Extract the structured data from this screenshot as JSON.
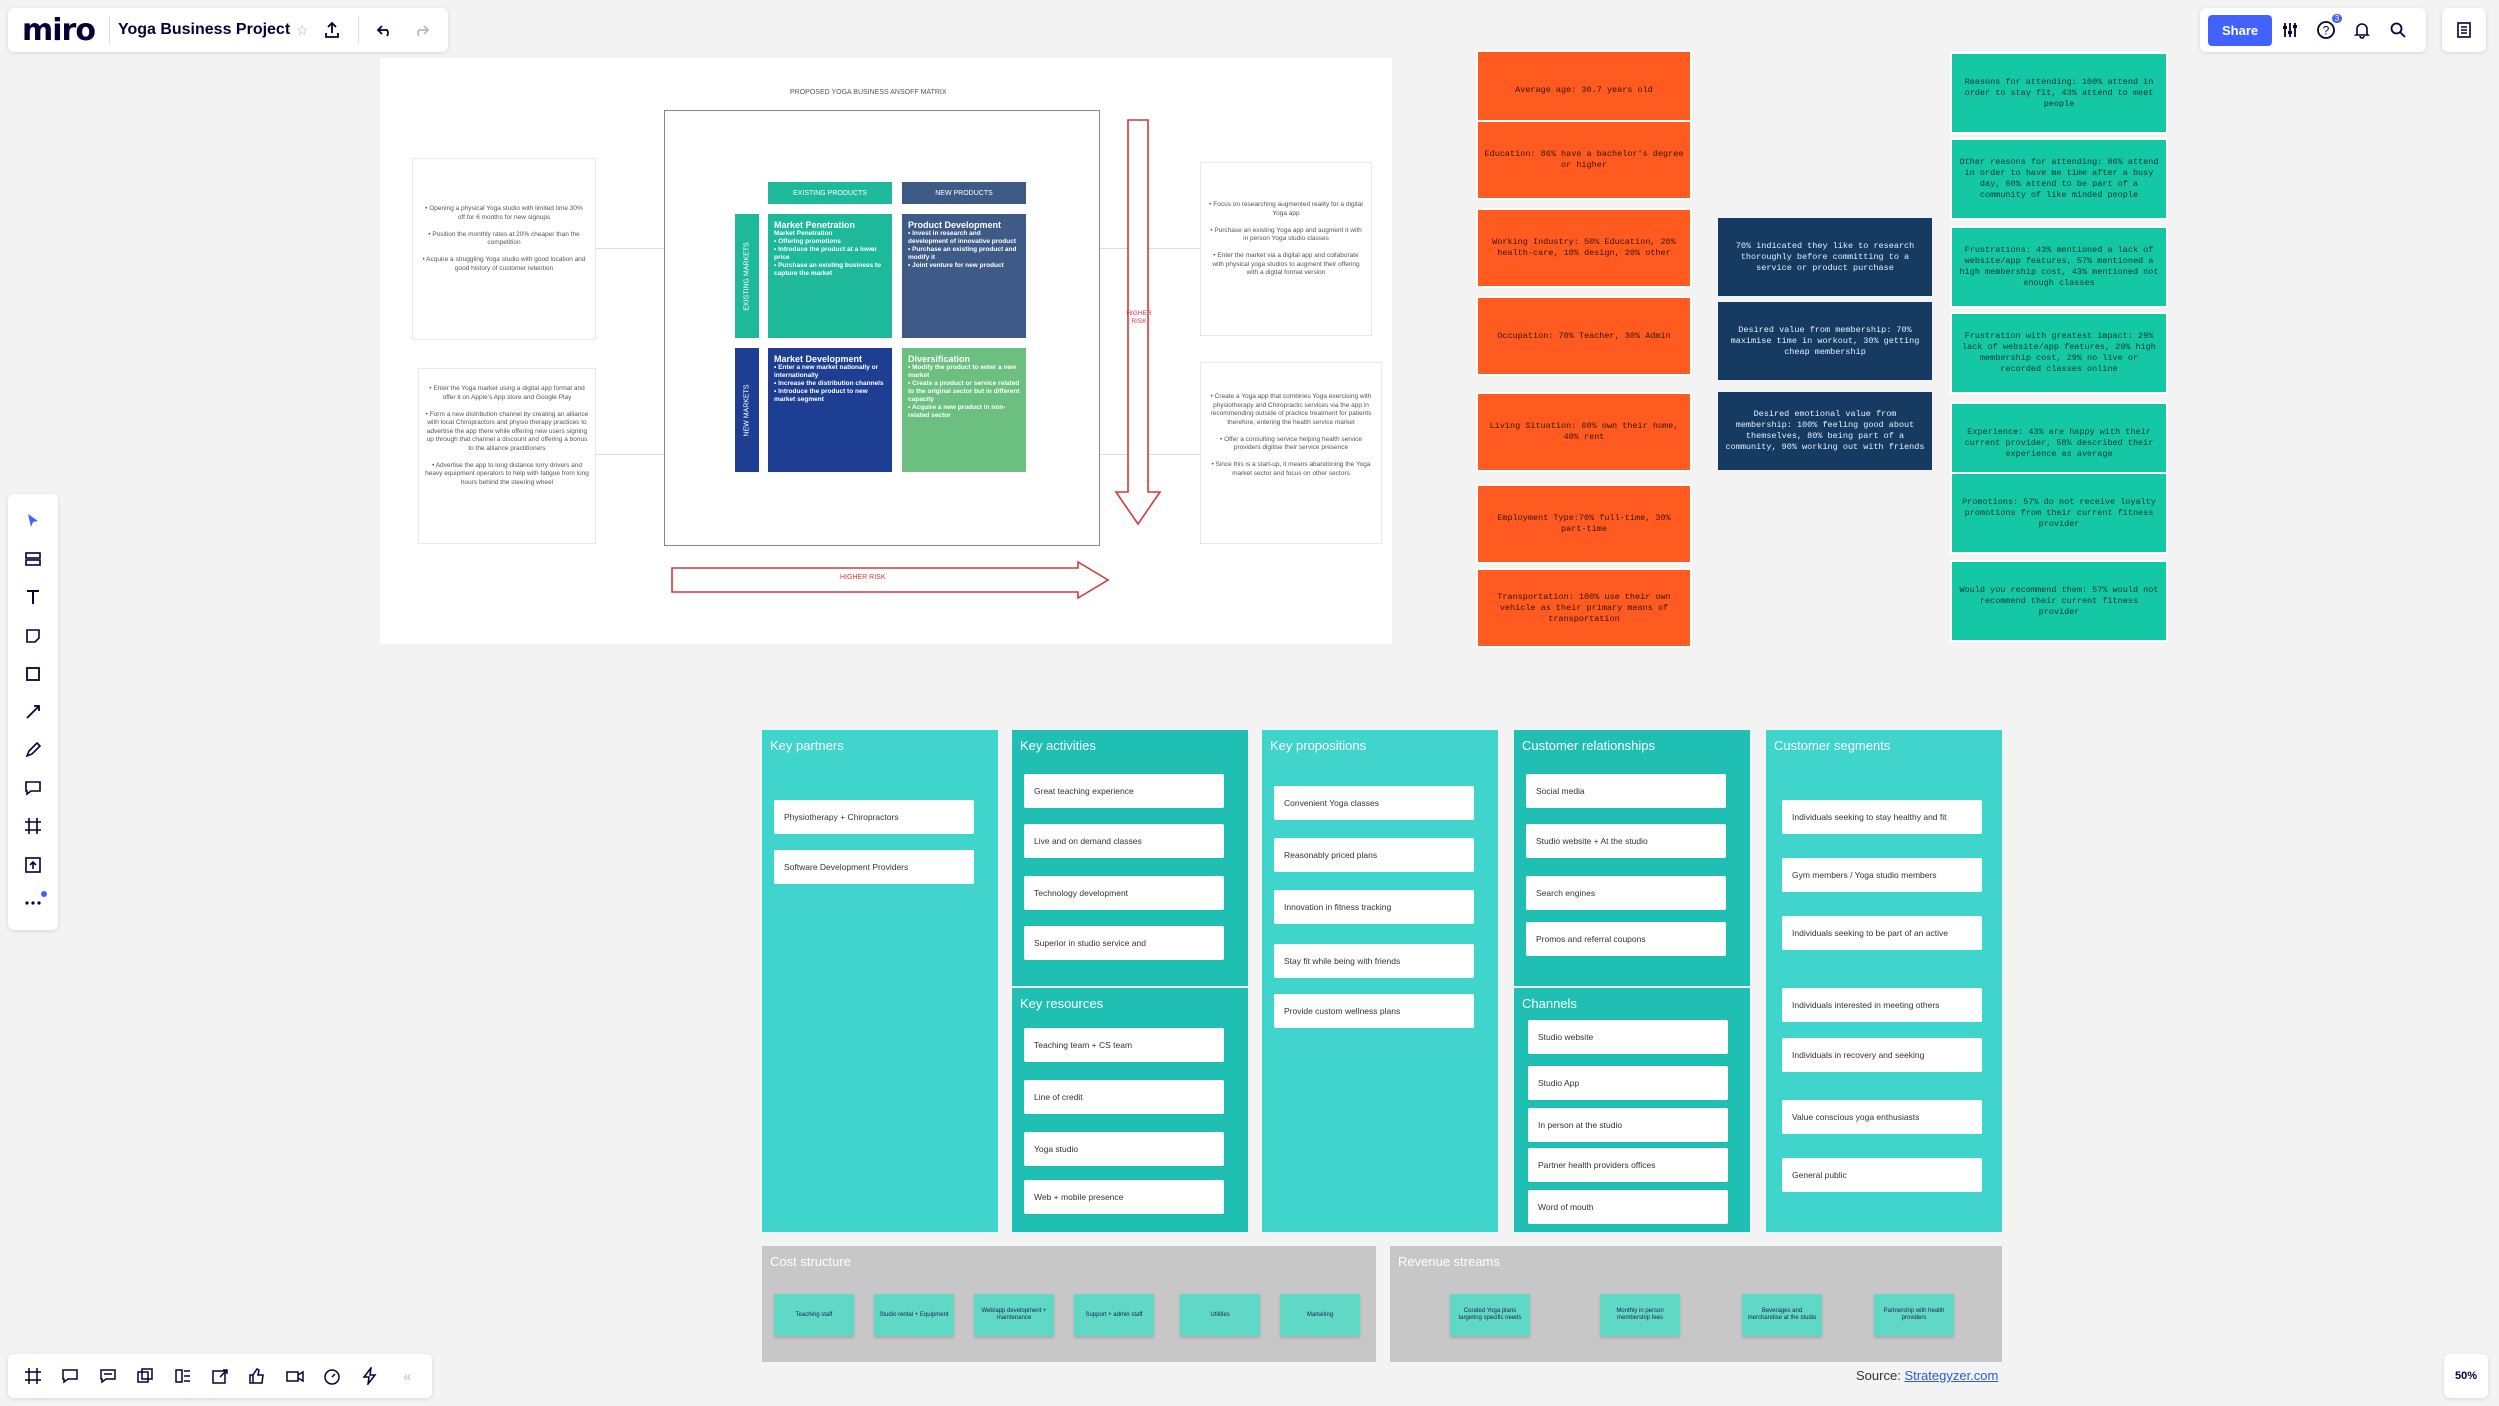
{
  "app": {
    "logo": "miro",
    "board_title": "Yoga Business Project",
    "share_label": "Share",
    "zoom": "50%",
    "notif_badge": "3"
  },
  "ansoff": {
    "title": "PROPOSED YOGA BUSINESS ANSOFF MATRIX",
    "existing_products": "EXISTING PRODUCTS",
    "new_products": "NEW PRODUCTS",
    "existing_markets": "EXISTING MARKETS",
    "new_markets": "NEW MARKETS",
    "higher_risk_v": "HIGHER RISK",
    "higher_risk_h": "HIGHER RISK",
    "q1_title": "Market Penetration",
    "q1_body": "Market Penetration\n• Offering promotions\n• Introduce the product at a lower price\n• Purchase an existing business to capture the market",
    "q2_title": "Product Development",
    "q2_body": "• Invest in research and development of innovative product\n• Purchase an existing product and modify it\n• Joint venture for new product",
    "q3_title": "Market Development",
    "q3_body": "• Enter a new market nationally or internationally\n• Increase the distribution channels\n• Introduce the product to new market segment",
    "q4_title": "Diversification",
    "q4_body": "• Modify the product to enter a new market\n• Create a product or service related to the original sector but in different capacity\n• Acquire a new product in non-related sector",
    "left_top": "• Opening a physical Yoga studio with limited time 30% off for 6 months for new signups\n\n• Position the monthly rates at 20% cheaper than the competition\n\n• Acquire a struggling Yoga studio with good location and good history of customer retention",
    "left_bottom": "• Enter the Yoga market using a digital app format and offer it on Apple's App store and Google Play\n\n• Form a new distribution channel by creating an alliance with local Chiropractors and physio therapy practices to advertise the app there while offering new users signing up through that channel a discount and offering a bonus to the alliance practitioners\n\n• Advertise the app to long distance lorry drivers and heavy equipment operators to help with fatigue from long hours behind the steering wheel",
    "right_top": "• Focus on researching augmented reality for a digital Yoga app\n\n• Purchase an existing Yoga app and augment it with in person Yoga studio classes\n\n• Enter the market via a digital app and collaborate with physical yoga studios to augment their offering with a digital format version",
    "right_bottom": "• Create a Yoga app that combines Yoga exercising with physiotherapy and Chiropractic services via the app in recommending outside of practice treatment for patients therefore, entering the health service market\n\n• Offer a consulting service helping health service providers digitise their service presence\n\n• Since this is a start-up, it means abandoning the Yoga market sector and focus on other sectors"
  },
  "notes": {
    "orange": [
      "Average age: 30.7 years old",
      "Education: 86% have a bachelor's degree or higher",
      "Working Industry: 50% Education, 20% health-care, 10% design, 20% other",
      "Occupation: 70% Teacher, 30% Admin",
      "Living Situation: 60% own their home, 40% rent",
      "Employment Type:70% full-time, 30% part-time",
      "Transportation: 100% use their own vehicle as their primary means of transportation"
    ],
    "navy": [
      "70% indicated they like to research thoroughly before committing to a service or product purchase",
      "Desired value from membership: 70% maximise time in workout, 30% getting cheap membership",
      "Desired emotional value from membership: 100% feeling good about themselves, 80% being part of a community, 90% working out with friends"
    ],
    "teal": [
      "Reasons for attending: 100% attend in order to stay fit, 43% attend to meet people",
      "Other reasons for attending: 86% attend in order to have me time after a busy day, 60% attend to be part of a community of like minded people",
      "Frustrations: 43% mentioned a lack of website/app features, 57% mentioned a high membership cost, 43% mentioned not enough classes",
      "Frustration with greatest impact: 29% lack of website/app features, 29% high membership cost, 29% no live or recorded classes online",
      "Experience: 43% are happy with their current provider, 58% described their experience as average",
      "Promotions: 57% do not receive loyalty promotions from their current fitness provider",
      "Would you recommend them: 57% would not recommend their current fitness provider"
    ]
  },
  "canvas": {
    "key_partners": {
      "title": "Key partners",
      "items": [
        "Physiotherapy + Chiropractors",
        "Software Development  Providers"
      ]
    },
    "key_activities": {
      "title": "Key activities",
      "items": [
        "Great teaching experience",
        "Live and on demand classes",
        "Technology development",
        "Superior in studio service and"
      ]
    },
    "key_resources": {
      "title": "Key resources",
      "items": [
        "Teaching team + CS team",
        "Line of credit",
        "Yoga studio",
        "Web + mobile presence"
      ]
    },
    "key_propositions": {
      "title": "Key propositions",
      "items": [
        "Convenient Yoga classes",
        "Reasonably priced plans",
        "Innovation in fitness tracking",
        "Stay fit while being with friends",
        "Provide custom wellness plans"
      ]
    },
    "customer_relationships": {
      "title": "Customer relationships",
      "items": [
        "Social media",
        "Studio website + At the studio",
        "Search engines",
        "Promos and referral coupons"
      ]
    },
    "channels": {
      "title": "Channels",
      "items": [
        "Studio website",
        "Studio App",
        "In person at the studio",
        "Partner health providers offices",
        "Word of mouth"
      ]
    },
    "customer_segments": {
      "title": "Customer segments",
      "items": [
        "Individuals seeking to stay healthy and fit",
        "Gym members / Yoga studio members",
        "Individuals seeking to be part of an active",
        "Individuals interested in meeting others",
        "Individuals in recovery and seeking",
        "Value conscious yoga enthusiasts",
        "General public"
      ]
    },
    "cost_structure": {
      "title": "Cost structure",
      "items": [
        "Teaching staff",
        "Studio rental + Equipment",
        "Web/app development + maintenance",
        "Support + admin staff",
        "Utilities",
        "Marketing"
      ]
    },
    "revenue_streams": {
      "title": "Revenue streams",
      "items": [
        "Curated Yoga plans targeting specific needs",
        "Monthly in person membership fees",
        "Beverages and merchandise at the studio",
        "Partnership with health providers"
      ]
    },
    "source_label": "Source:",
    "source_link": "Strategyzer.com"
  }
}
